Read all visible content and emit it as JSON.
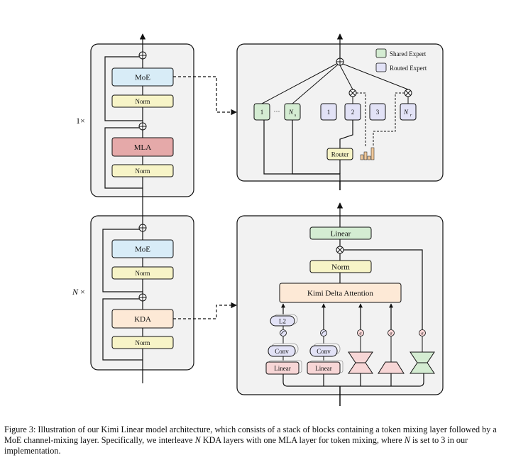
{
  "left_upper": {
    "repeat": "1×",
    "moe": "MoE",
    "norm_top": "Norm",
    "mla": "MLA",
    "norm_bottom": "Norm"
  },
  "left_lower": {
    "repeat_var": "N",
    "repeat_suffix": " ×",
    "moe": "MoE",
    "norm_top": "Norm",
    "kda": "KDA",
    "norm_bottom": "Norm"
  },
  "moe_detail": {
    "legend": {
      "shared": "Shared Expert",
      "routed": "Routed Expert"
    },
    "shared_experts": [
      "1",
      "N",
      "s"
    ],
    "routed_experts": [
      "1",
      "2",
      "3",
      "N",
      "r"
    ],
    "ellipsis": "···",
    "router": "Router",
    "colors": {
      "shared": "#d4ecd2",
      "routed": "#e2e2f6",
      "router": "#f7f4c7"
    }
  },
  "kda_detail": {
    "linear_top": "Linear",
    "norm": "Norm",
    "kda": "Kimi Delta Attention",
    "l2": "L2",
    "conv1": "Conv",
    "conv2": "Conv",
    "linear1": "Linear",
    "linear2": "Linear",
    "sigma": "σ",
    "colors": {
      "kda": "#fde9d6",
      "norm": "#f7f4c7",
      "linear": "#f7d6d6",
      "conv": "#e2e2f6",
      "trap_green": "#d4ecd2"
    }
  },
  "caption": {
    "part1": "Figure 3: Illustration of our Kimi Linear model architecture, which consists of a stack of blocks containing a token mixing layer followed by a MoE channel-mixing layer. Specifically, we interleave ",
    "var1": "N",
    "part2": " KDA layers with one MLA layer for token mixing, where ",
    "var2": "N",
    "part3": " is set to 3 in our implementation."
  }
}
